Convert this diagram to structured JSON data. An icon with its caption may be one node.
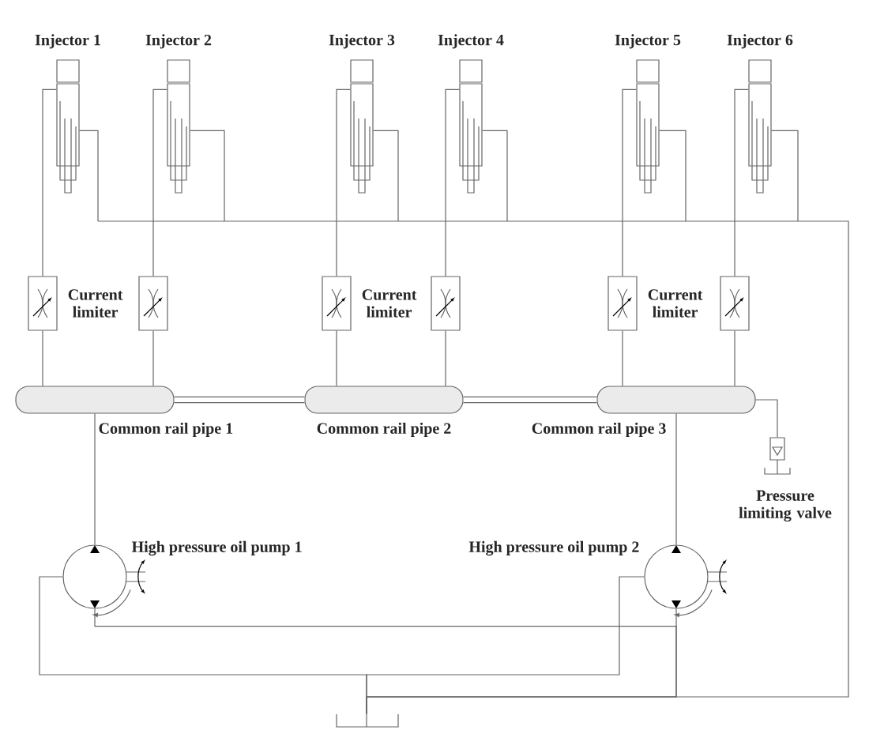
{
  "diagram": {
    "nodes": [
      {
        "text": [
          "Injector 1"
        ]
      },
      {
        "text": [
          "Injector 2"
        ]
      },
      {
        "text": [
          "Injector 3"
        ]
      },
      {
        "text": [
          "Injector 4"
        ]
      },
      {
        "text": [
          "Injector 5"
        ]
      },
      {
        "text": [
          "Injector 6"
        ]
      },
      {
        "text": [],
        "shape": "box",
        "beside": [
          "Current limiter"
        ]
      },
      {
        "text": [],
        "shape": "box"
      },
      {
        "text": [],
        "shape": "box",
        "beside": [
          "Current limiter"
        ]
      },
      {
        "text": [],
        "shape": "box"
      },
      {
        "text": [],
        "shape": "box",
        "beside": [
          "Current limiter"
        ]
      },
      {
        "text": [],
        "shape": "box"
      },
      {
        "text": [
          "Common rail pipe 1"
        ]
      },
      {
        "text": [
          "Common rail pipe 2"
        ]
      },
      {
        "text": [
          "Common rail pipe 3"
        ]
      },
      {
        "text": [
          "Pressure limiting valve"
        ]
      },
      {
        "text": [
          "High pressure oil pump 1"
        ]
      },
      {
        "text": [
          "High pressure oil pump 2"
        ]
      },
      {
        "text": [],
        "shape": "tank"
      }
    ],
    "edges": [
      {
        "from": 0,
        "to": 6,
        "arrow": "none"
      },
      {
        "from": 1,
        "to": 7,
        "arrow": "none"
      },
      {
        "from": 2,
        "to": 8,
        "arrow": "none"
      },
      {
        "from": 3,
        "to": 9,
        "arrow": "none"
      },
      {
        "from": 4,
        "to": 10,
        "arrow": "none"
      },
      {
        "from": 5,
        "to": 11,
        "arrow": "none"
      },
      {
        "from": 6,
        "to": 12,
        "arrow": "none"
      },
      {
        "from": 7,
        "to": 12,
        "arrow": "none"
      },
      {
        "from": 8,
        "to": 13,
        "arrow": "none"
      },
      {
        "from": 9,
        "to": 13,
        "arrow": "none"
      },
      {
        "from": 10,
        "to": 14,
        "arrow": "none"
      },
      {
        "from": 11,
        "to": 14,
        "arrow": "none"
      },
      {
        "from": 12,
        "to": 13,
        "arrow": "none",
        "style": "thick"
      },
      {
        "from": 13,
        "to": 14,
        "arrow": "none",
        "style": "thick"
      },
      {
        "from": 14,
        "to": 15,
        "arrow": "none"
      },
      {
        "from": 16,
        "to": 12,
        "arrow": "none"
      },
      {
        "from": 17,
        "to": 14,
        "arrow": "none"
      },
      {
        "from": 18,
        "to": 16,
        "arrow": "none"
      },
      {
        "from": 18,
        "to": 17,
        "arrow": "none"
      },
      {
        "from": 18,
        "to": 16,
        "arrow": "none"
      },
      {
        "from": 18,
        "to": 17,
        "arrow": "none"
      },
      {
        "from": 0,
        "to": 18,
        "arrow": "none"
      },
      {
        "from": 1,
        "to": 18,
        "arrow": "none"
      },
      {
        "from": 2,
        "to": 18,
        "arrow": "none"
      },
      {
        "from": 3,
        "to": 18,
        "arrow": "none"
      },
      {
        "from": 4,
        "to": 18,
        "arrow": "none"
      },
      {
        "from": 5,
        "to": 18,
        "arrow": "none"
      }
    ]
  }
}
